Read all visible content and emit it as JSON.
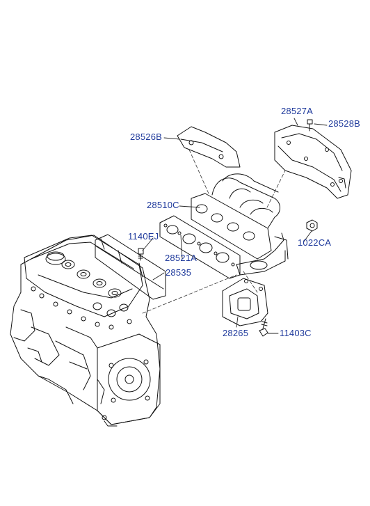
{
  "diagram": {
    "callouts": [
      {
        "id": "28527A",
        "label": "28527A"
      },
      {
        "id": "28528B",
        "label": "28528B"
      },
      {
        "id": "28526B",
        "label": "28526B"
      },
      {
        "id": "28510C",
        "label": "28510C"
      },
      {
        "id": "1022CA",
        "label": "1022CA"
      },
      {
        "id": "1140EJ",
        "label": "1140EJ"
      },
      {
        "id": "28521A",
        "label": "28521A"
      },
      {
        "id": "28535",
        "label": "28535"
      },
      {
        "id": "28265",
        "label": "28265"
      },
      {
        "id": "11403C",
        "label": "11403C"
      }
    ],
    "colors": {
      "callout_text": "#1f3a9c",
      "line": "#111111",
      "leader": "#222222"
    }
  }
}
